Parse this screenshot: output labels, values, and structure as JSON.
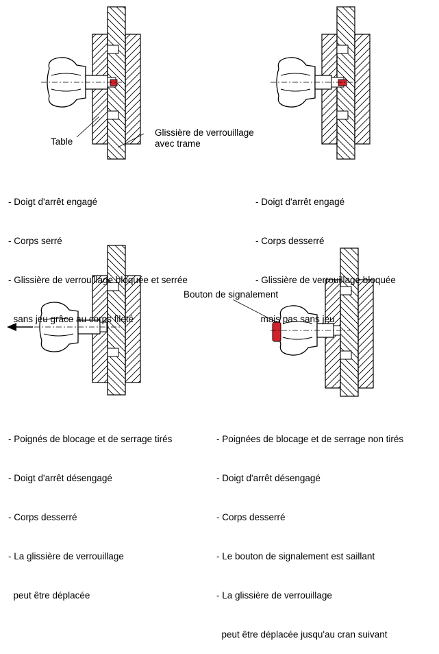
{
  "labels": {
    "table": "Table",
    "glissiere": "Glissière de verrouillage\navec trame",
    "bouton": "Bouton de signalement"
  },
  "captions": {
    "top_left": [
      "- Doigt d'arrêt engagé",
      "- Corps serré",
      "- Glissière de verrouillage bloquée et serrée",
      "  sans jeu grâce au corps fileté"
    ],
    "top_right": [
      "- Doigt d'arrêt engagé",
      "- Corps desserré",
      "- Glissière de verrouillage bloquée",
      "  mais pas sans jeu"
    ],
    "bottom_left": [
      "- Poignés de blocage et de serrage tirés",
      "- Doigt d'arrêt désengagé",
      "- Corps desserré",
      "- La glissière de verrouillage",
      "  peut être déplacée"
    ],
    "bottom_right": [
      "- Poignées de blocage et de serrage non tirés",
      "- Doigt d'arrêt désengagé",
      "- Corps desserré",
      "- Le bouton de signalement est saillant",
      "- La glissière de verrouillage",
      "  peut être déplacée jusqu'au cran suivant"
    ]
  },
  "colors": {
    "indicator": "#d42027",
    "line": "#000000"
  }
}
